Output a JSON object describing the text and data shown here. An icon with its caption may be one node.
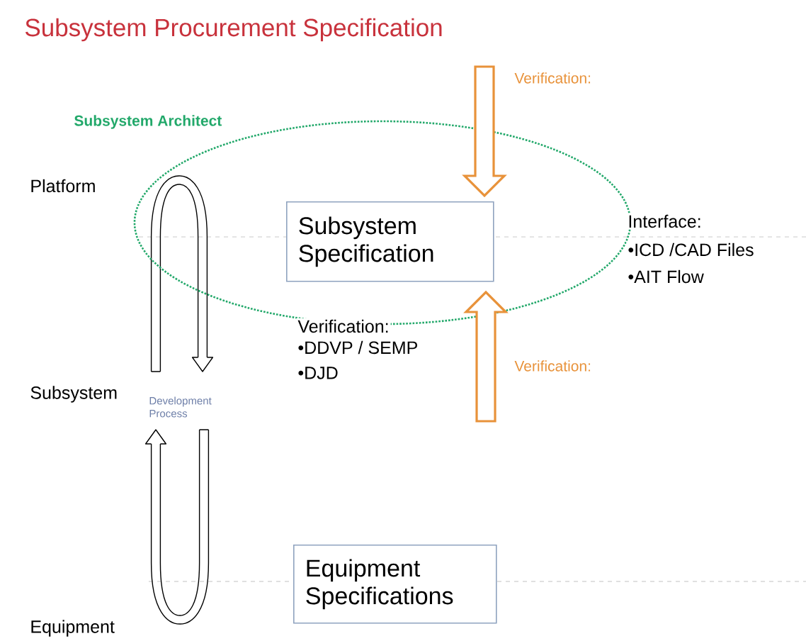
{
  "diagram": {
    "title": "Subsystem Procurement Specification",
    "nodes": [
      {
        "text": [
          "Subsystem Architect"
        ]
      },
      {
        "text": [
          "Subsystem Specification"
        ],
        "in": 0
      },
      {
        "text": [
          "Equipment Specifications"
        ]
      }
    ],
    "edges": [
      {
        "from": null,
        "to": 1,
        "arrow": "to",
        "label": "Verification:"
      },
      {
        "from": null,
        "to": 1,
        "arrow": "to",
        "label": "Verification:"
      }
    ],
    "labels": [
      "Platform",
      "Interface:",
      "•ICD /CAD Files",
      "•AIT Flow",
      "Verification:",
      "•DDVP / SEMP",
      "•DJD",
      "Subsystem",
      "Development Process",
      "Equipment"
    ]
  }
}
